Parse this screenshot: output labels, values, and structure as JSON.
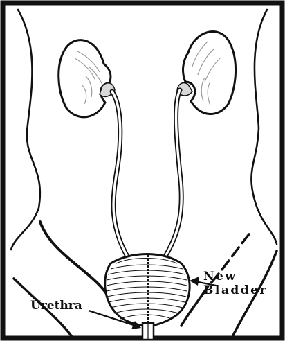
{
  "diagram": {
    "labels": {
      "new": "New",
      "bladder": "Bladder",
      "urethra": "Urethra"
    },
    "colors": {
      "line": "#111111",
      "background": "#ffffff",
      "organ_fill": "#ffffff",
      "shade": "#b8b8b8"
    }
  }
}
